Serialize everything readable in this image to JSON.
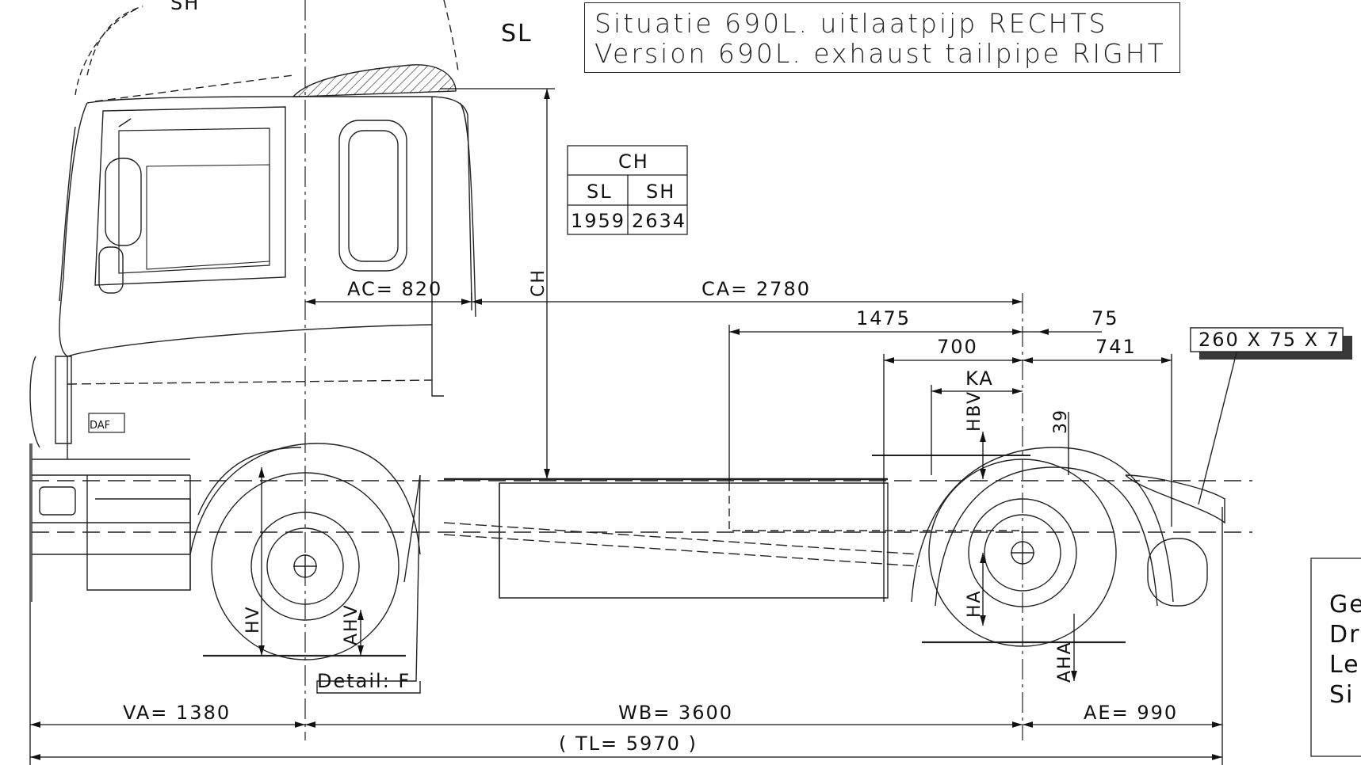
{
  "title": {
    "line1": "Situatie 690L. uitlaatpijp RECHTS",
    "line2": "Version 690L. exhaust tailpipe RIGHT"
  },
  "labels": {
    "sh_top": "SH",
    "sl": "SL",
    "ch_vertical": "CH",
    "hbv": "HBV",
    "ka": "KA",
    "v39": "39",
    "hv": "HV",
    "ahv": "AHV",
    "ha": "HA",
    "aha": "AHA",
    "detail": "Detail: F",
    "section": "260 X 75 X 7"
  },
  "ch_table": {
    "header": "CH",
    "col1": "SL",
    "col2": "SH",
    "val1": "1959",
    "val2": "2634"
  },
  "dims": {
    "ac": "AC= 820",
    "ca": "CA= 2780",
    "d1475": "1475",
    "d75": "75",
    "d700": "700",
    "d741": "741",
    "va": "VA= 1380",
    "wb": "WB= 3600",
    "ae": "AE= 990",
    "tl": "( TL= 5970 )"
  },
  "right_box": {
    "l1": "Ge",
    "l2": "Dr",
    "l3": "Le",
    "l4": "Si"
  },
  "logo": "DAF"
}
